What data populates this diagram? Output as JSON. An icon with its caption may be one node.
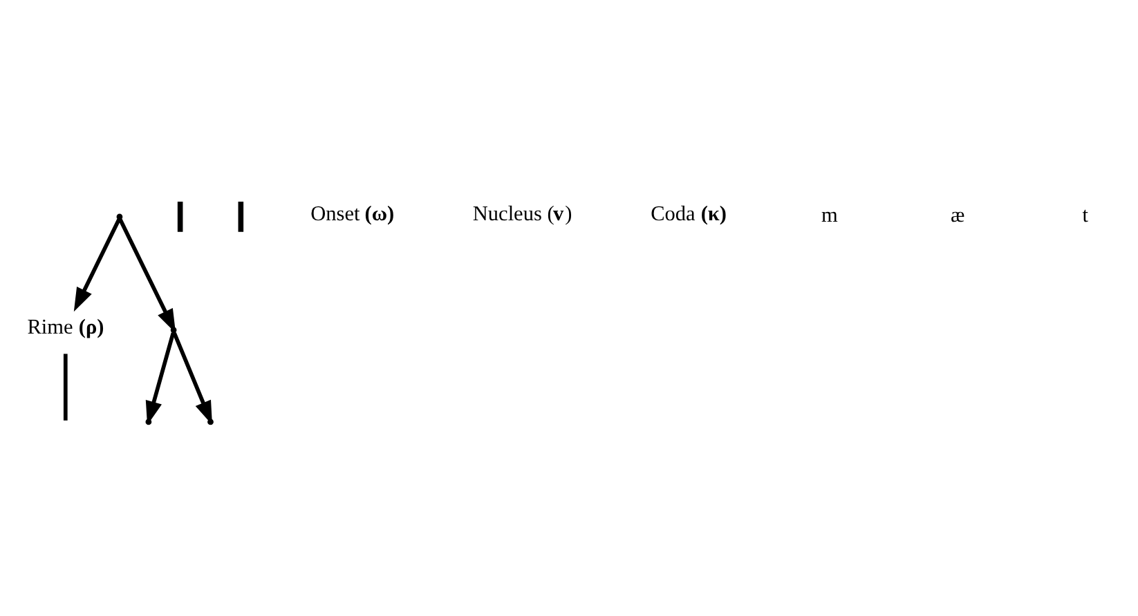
{
  "diagram": {
    "nodes": [
      {
        "text": [],
        "shape": "point"
      },
      {
        "text": [
          "Rime **(ρ)**"
        ]
      },
      {
        "text": [],
        "shape": "point"
      },
      {
        "text": [],
        "shape": "point"
      },
      {
        "text": [],
        "shape": "point"
      },
      {
        "text": [],
        "shape": "bar"
      },
      {
        "text": [],
        "shape": "bar"
      }
    ],
    "edges": [
      {
        "from": 0,
        "to": 1,
        "arrow": "to"
      },
      {
        "from": 0,
        "to": 2,
        "arrow": "to"
      },
      {
        "from": 2,
        "to": 3,
        "arrow": "to"
      },
      {
        "from": 2,
        "to": 4,
        "arrow": "to"
      },
      {
        "from": 1,
        "to": null,
        "arrow": "none"
      }
    ],
    "labels": [
      "Onset **(ω)**",
      "Nucleus (**v**)",
      "Coda **(κ)**",
      "m",
      "æ",
      "t"
    ]
  }
}
